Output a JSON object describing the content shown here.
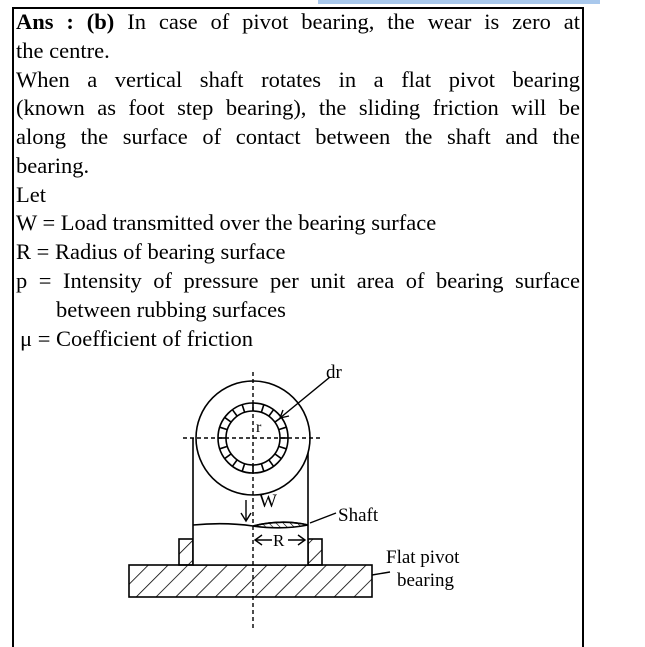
{
  "answer_label": "Ans : (b)",
  "lines": [
    "In case of pivot bearing, the wear is zero at",
    "the centre.",
    "When a vertical shaft rotates in a flat pivot bearing",
    "(known as foot step bearing), the sliding friction will be",
    "along the surface of contact between the shaft and the",
    "bearing.",
    "Let",
    "W = Load transmitted over the bearing surface",
    "R = Radius of bearing surface",
    "p = Intensity of pressure per unit area of bearing surface",
    "between rubbing surfaces",
    "μ = Coefficient of friction"
  ],
  "figure": {
    "label_dr": "dr",
    "label_r": "r",
    "label_W": "W",
    "label_R": "R",
    "label_shaft": "Shaft",
    "label_bearing_1": "Flat pivot",
    "label_bearing_2": "bearing"
  }
}
